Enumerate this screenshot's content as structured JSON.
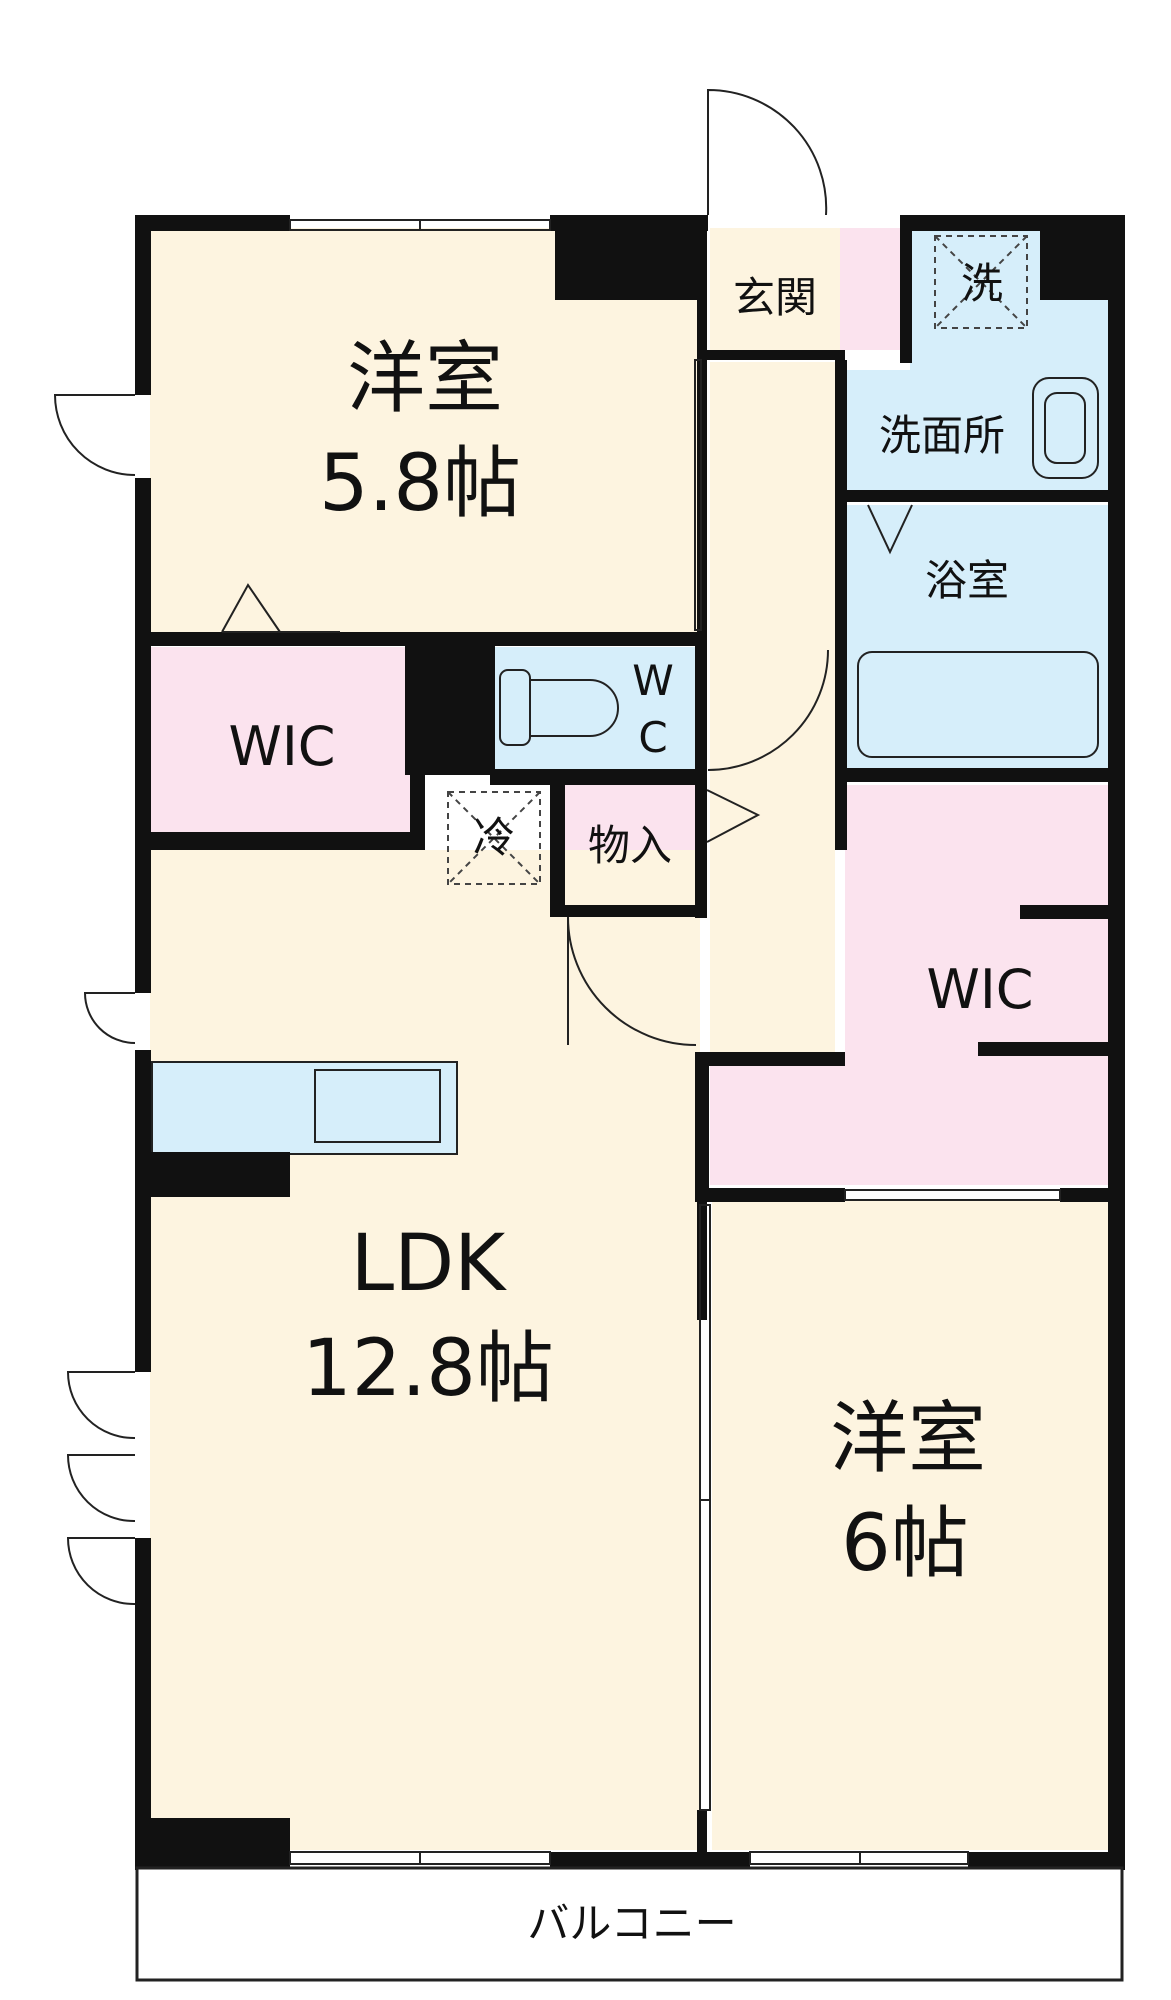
{
  "rooms": {
    "western_top": {
      "name": "洋室",
      "size": "5.8帖"
    },
    "genkan": {
      "name": "玄関"
    },
    "washer": {
      "name": "洗"
    },
    "washroom": {
      "name": "洗面所"
    },
    "bath": {
      "name": "浴室"
    },
    "wic_left": {
      "name": "WIC"
    },
    "wc": {
      "name_line1": "W",
      "name_line2": "C"
    },
    "fridge": {
      "name": "冷"
    },
    "storage": {
      "name": "物入"
    },
    "wic_right": {
      "name": "WIC"
    },
    "ldk": {
      "name": "LDK",
      "size": "12.8帖"
    },
    "western_bottom": {
      "name": "洋室",
      "size": "6帖"
    },
    "balcony": {
      "name": "バルコニー"
    }
  },
  "colors": {
    "wood_floor": "#fdf4e0",
    "wet_area": "#d6eefa",
    "closet": "#fbe3ee",
    "genkan": "#fdf4e0",
    "wall": "#111111"
  }
}
